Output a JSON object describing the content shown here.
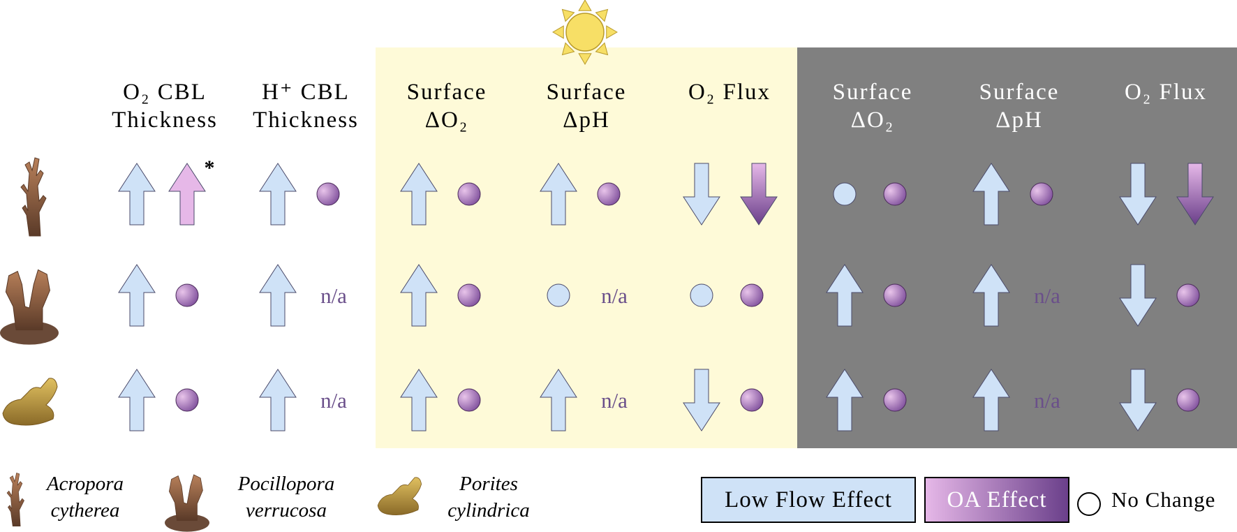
{
  "colors": {
    "low_flow": "#cfe2f7",
    "oa_light": "#e6b8e8",
    "oa_dark": "#6a3f8a",
    "day_bg": "#fefad8",
    "night_bg": "#808080",
    "na_text": "#6a4f8a",
    "sun": "#f7df66"
  },
  "headers": [
    {
      "line1": "O₂ CBL",
      "line2": "Thickness",
      "theme": "plain"
    },
    {
      "line1": "H⁺ CBL",
      "line2": "Thickness",
      "theme": "plain"
    },
    {
      "line1": "Surface",
      "line2": "ΔO₂",
      "theme": "day"
    },
    {
      "line1": "Surface",
      "line2": "ΔpH",
      "theme": "day"
    },
    {
      "line1": "O₂ Flux",
      "line2": "",
      "theme": "day"
    },
    {
      "line1": "Surface",
      "line2": "ΔO₂",
      "theme": "night"
    },
    {
      "line1": "Surface",
      "line2": "ΔpH",
      "theme": "night"
    },
    {
      "line1": "O₂ Flux",
      "line2": "",
      "theme": "night"
    }
  ],
  "icons": {
    "day": "sun-icon",
    "night": "crescent-moon-icon"
  },
  "rows": [
    {
      "species": "Acropora cytherea",
      "coral_icon": "branching-coral-icon",
      "cells": [
        {
          "low": "up",
          "oa": "up",
          "oa_style": "light",
          "mark": "*"
        },
        {
          "low": "up",
          "oa": "dot"
        },
        {
          "low": "up",
          "oa": "dot"
        },
        {
          "low": "up",
          "oa": "dot"
        },
        {
          "low": "down",
          "oa": "down",
          "oa_style": "gradient"
        },
        {
          "low": "dot",
          "oa": "dot"
        },
        {
          "low": "up",
          "oa": "dot"
        },
        {
          "low": "down",
          "oa": "down",
          "oa_style": "gradient"
        }
      ]
    },
    {
      "species": "Pocillopora verrucosa",
      "coral_icon": "pocillopora-coral-icon",
      "cells": [
        {
          "low": "up",
          "oa": "dot"
        },
        {
          "low": "up",
          "oa": "na"
        },
        {
          "low": "up",
          "oa": "dot"
        },
        {
          "low": "dot",
          "oa": "na"
        },
        {
          "low": "dot",
          "oa": "dot"
        },
        {
          "low": "up",
          "oa": "dot"
        },
        {
          "low": "up",
          "oa": "na"
        },
        {
          "low": "down",
          "oa": "dot"
        }
      ]
    },
    {
      "species": "Porites cylindrica",
      "coral_icon": "porites-coral-icon",
      "cells": [
        {
          "low": "up",
          "oa": "dot"
        },
        {
          "low": "up",
          "oa": "na"
        },
        {
          "low": "up",
          "oa": "dot"
        },
        {
          "low": "up",
          "oa": "na"
        },
        {
          "low": "down",
          "oa": "dot"
        },
        {
          "low": "up",
          "oa": "dot"
        },
        {
          "low": "up",
          "oa": "na"
        },
        {
          "low": "down",
          "oa": "dot"
        }
      ]
    }
  ],
  "na_text": "n/a",
  "species_legend": [
    {
      "line1": "Acropora",
      "line2": "cytherea",
      "icon": "branching-coral-icon"
    },
    {
      "line1": "Pocillopora",
      "line2": "verrucosa",
      "icon": "pocillopora-coral-icon"
    },
    {
      "line1": "Porites",
      "line2": "cylindrica",
      "icon": "porites-coral-icon"
    }
  ],
  "legend": {
    "low_flow": "Low Flow Effect",
    "oa": "OA Effect",
    "no_change": "No Change"
  }
}
